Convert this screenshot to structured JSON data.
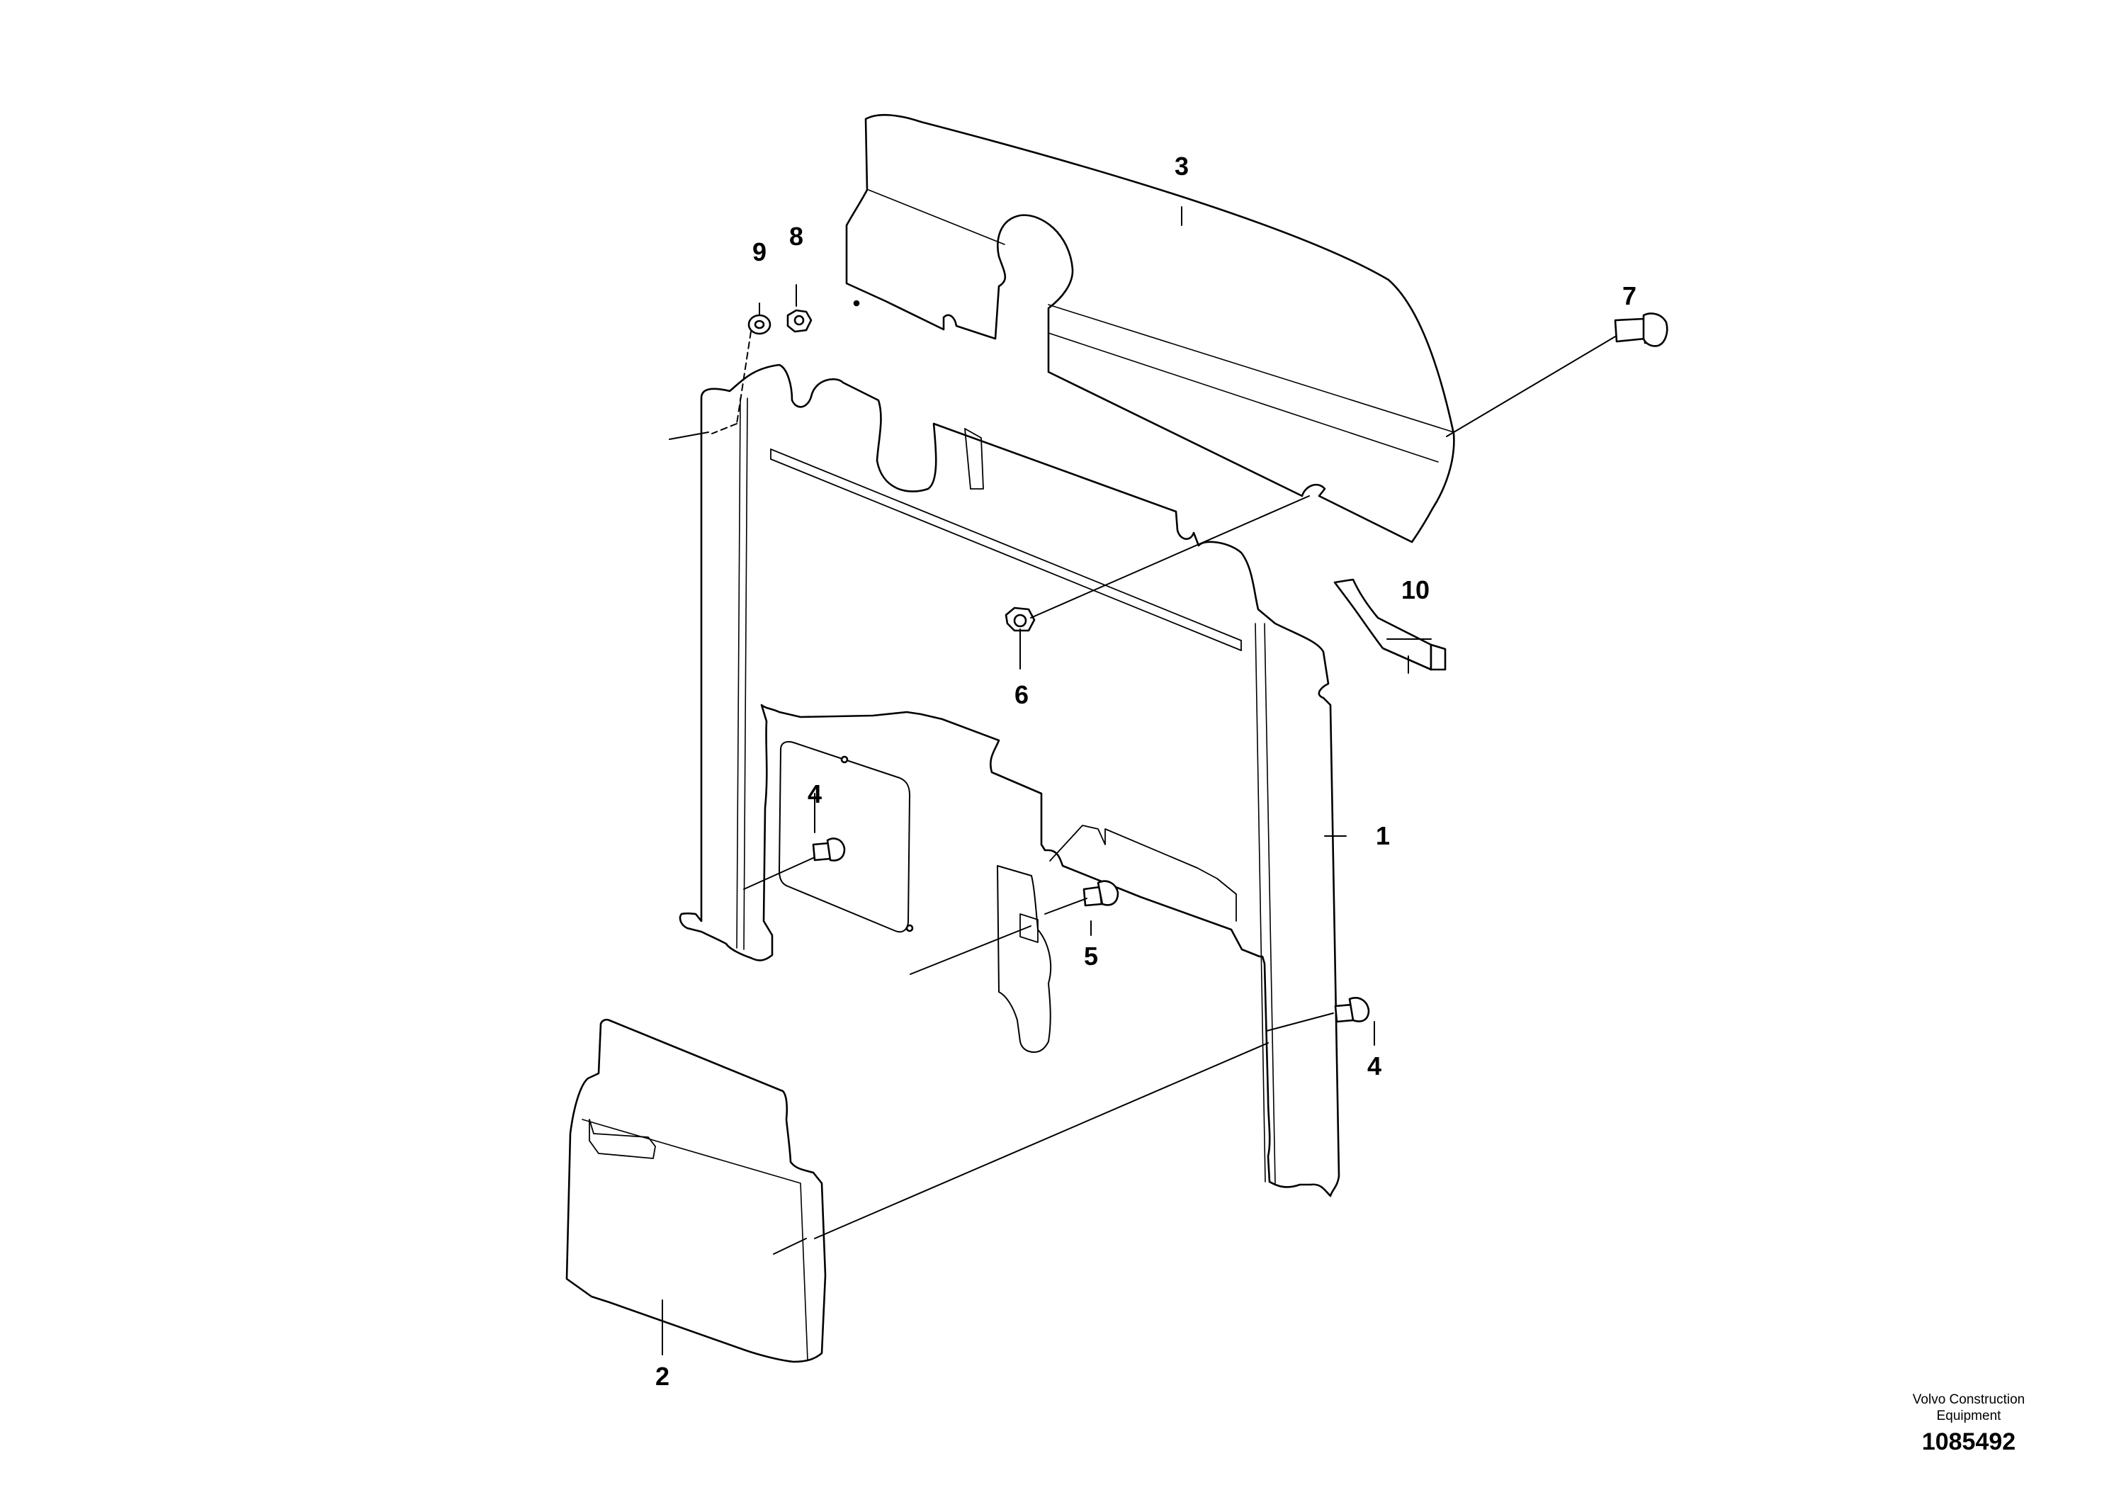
{
  "diagram": {
    "callouts": {
      "part_1": "1",
      "part_2": "2",
      "part_3": "3",
      "part_4_left": "4",
      "part_4_right": "4",
      "part_5": "5",
      "part_6": "6",
      "part_7": "7",
      "part_8": "8",
      "part_9": "9",
      "part_10": "10"
    },
    "colors": {
      "line": "#000000",
      "background": "#ffffff"
    }
  },
  "credit": {
    "line_1": "Volvo Construction",
    "line_2": "Equipment",
    "reference_number": "1085492"
  }
}
